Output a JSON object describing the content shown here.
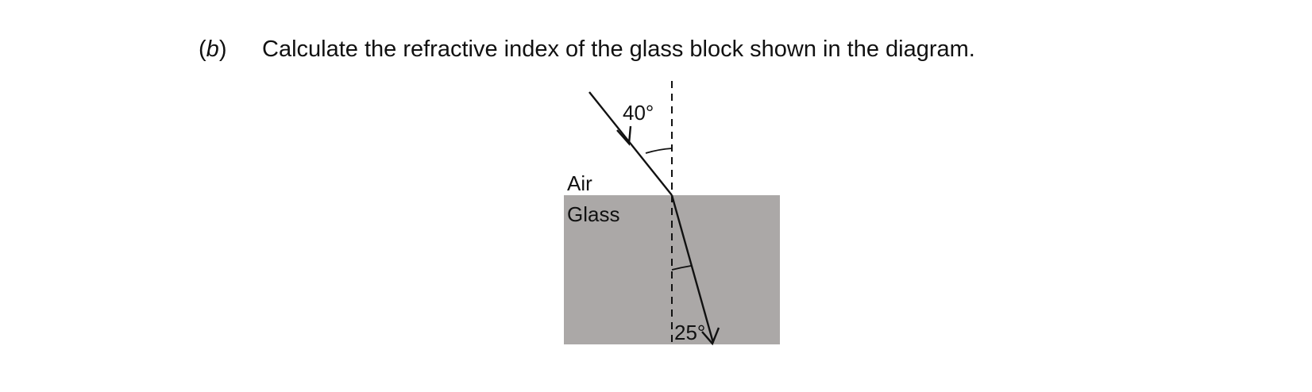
{
  "question": {
    "part_open": "(",
    "part_letter": "b",
    "part_close": ")",
    "text": "Calculate the refractive index of the glass block shown in the diagram."
  },
  "diagram": {
    "medium_top_label": "Air",
    "medium_bottom_label": "Glass",
    "angle_incidence_label": "40°",
    "angle_refraction_label": "25°",
    "angle_incidence_deg": 40,
    "angle_refraction_deg": 25,
    "colors": {
      "glass": "#aba8a7",
      "ray": "#111111",
      "normal": "#111111"
    }
  }
}
